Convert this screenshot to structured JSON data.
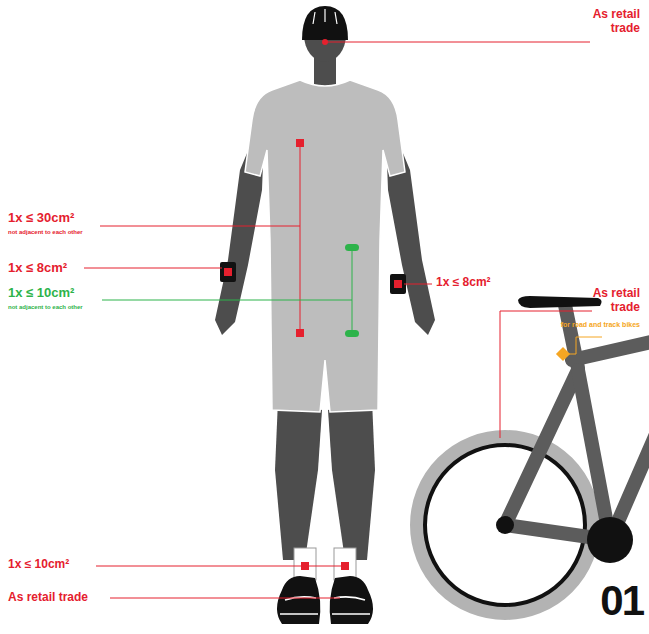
{
  "diagram": {
    "labels": [
      "As retail trade",
      "1x ≤ 30cm²",
      "not adjacent to each other",
      "1x ≤ 8cm²",
      "1x ≤ 10cm²",
      "not adjacent to each other",
      "1x ≤ 8cm²",
      "As retail trade",
      "for road and track bikes",
      "1x ≤ 10cm²",
      "As retail trade",
      "01"
    ]
  }
}
